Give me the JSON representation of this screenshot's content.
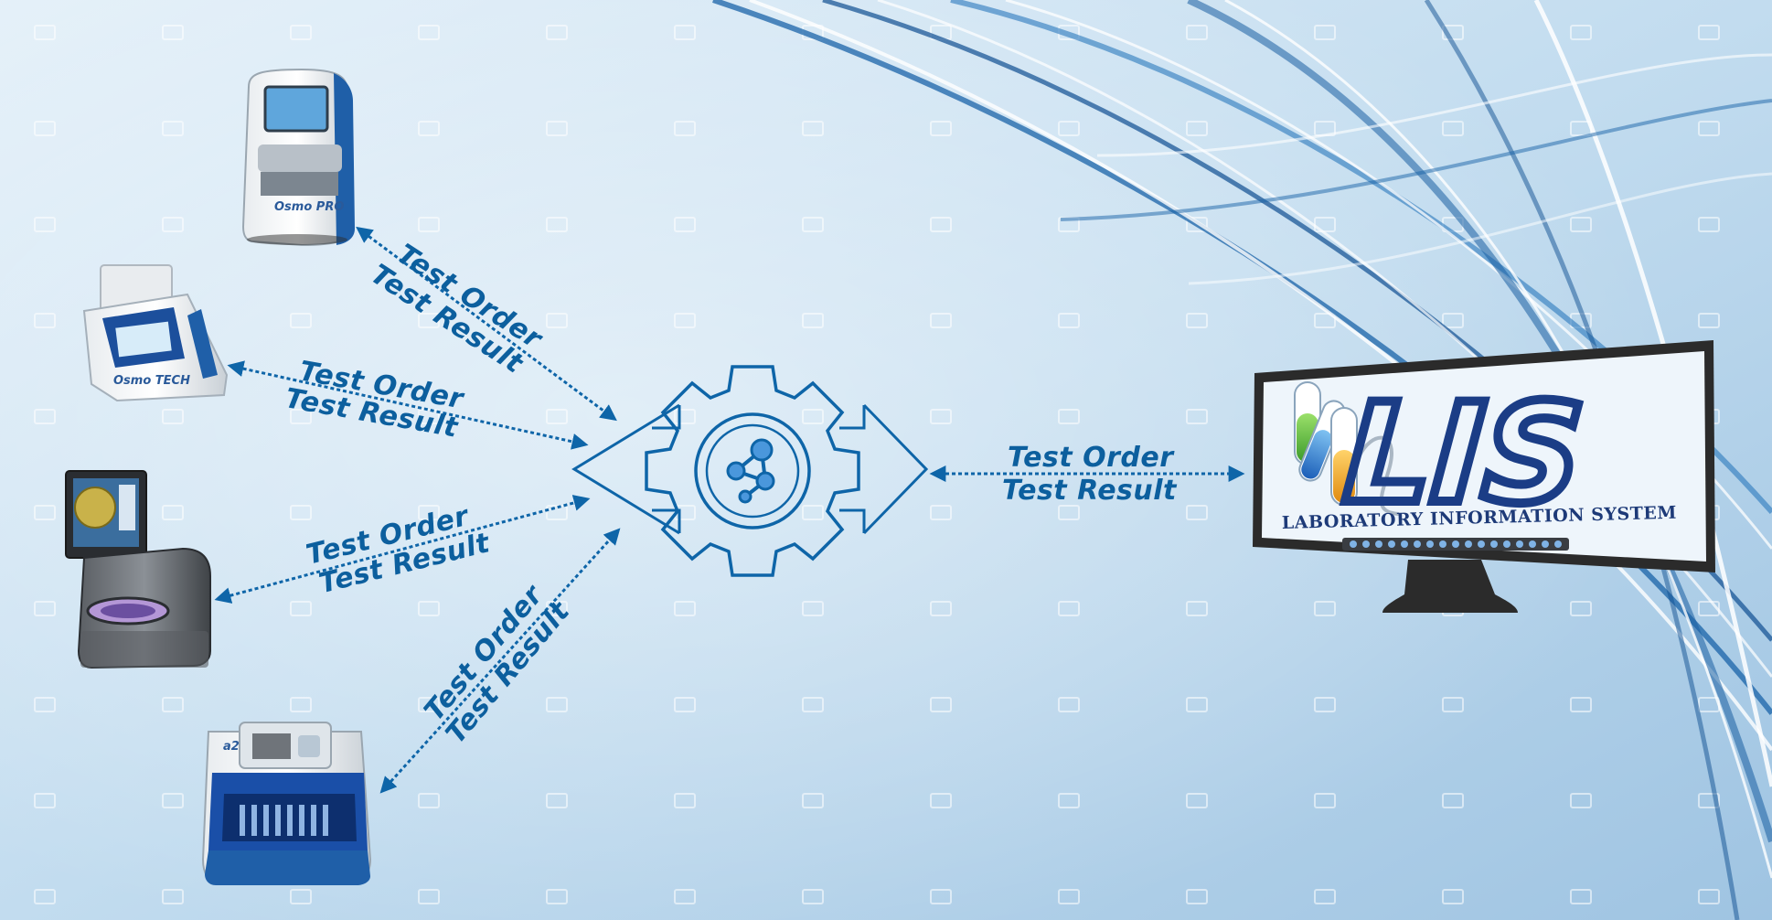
{
  "connections": [
    {
      "id": "conn-1",
      "order_label": "Test Order",
      "result_label": "Test Result"
    },
    {
      "id": "conn-2",
      "order_label": "Test Order",
      "result_label": "Test Result"
    },
    {
      "id": "conn-3",
      "order_label": "Test Order",
      "result_label": "Test Result"
    },
    {
      "id": "conn-4",
      "order_label": "Test Order",
      "result_label": "Test Result"
    },
    {
      "id": "conn-lis",
      "order_label": "Test Order",
      "result_label": "Test Result"
    }
  ],
  "instruments": [
    {
      "name": "osmometer-analyzer",
      "brand_label": "Osmo PRO"
    },
    {
      "name": "benchtop-analyzer",
      "brand_label": "Osmo TECH"
    },
    {
      "name": "colony-counter",
      "brand_label": ""
    },
    {
      "name": "sample-processor",
      "brand_label": "a2"
    }
  ],
  "hub": {
    "icon": "network-gear-icon"
  },
  "lis": {
    "logo_text": "LIS",
    "subtitle": "LABORATORY INFORMATION SYSTEM"
  },
  "colors": {
    "background_light": "#dcebf7",
    "background_mid": "#a9cbe6",
    "line_blue": "#0e65a8",
    "text_blue": "#0c5f9e",
    "lis_navy": "#1b3d86",
    "monitor_frame": "#2b2b2b"
  }
}
